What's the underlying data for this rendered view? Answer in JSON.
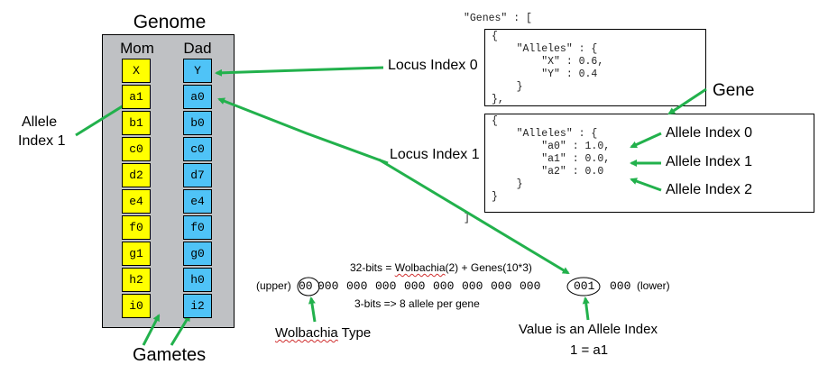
{
  "genome": {
    "title": "Genome",
    "mom_label": "Mom",
    "dad_label": "Dad",
    "mom_alleles": [
      "X",
      "a1",
      "b1",
      "c0",
      "d2",
      "e4",
      "f0",
      "g1",
      "h2",
      "i0"
    ],
    "dad_alleles": [
      "Y",
      "a0",
      "b0",
      "c0",
      "d7",
      "e4",
      "f0",
      "g0",
      "h0",
      "i2"
    ]
  },
  "labels": {
    "allele_index_1_line1": "Allele",
    "allele_index_1_line2": "Index 1",
    "locus_index_0": "Locus Index 0",
    "locus_index_1": "Locus Index 1",
    "gene": "Gene",
    "gametes": "Gametes",
    "allele_index_0_right": "Allele Index 0",
    "allele_index_1_right": "Allele Index 1",
    "allele_index_2_right": "Allele Index 2"
  },
  "json_view": {
    "genes_open": "\"Genes\" : [",
    "gene0_lines": [
      "{",
      "    \"Alleles\" : {",
      "        \"X\" : 0.6,",
      "        \"Y\" : 0.4",
      "    }",
      "},"
    ],
    "gene1_lines": [
      "{",
      "    \"Alleles\" : {",
      "        \"a0\" : 1.0,",
      "        \"a1\" : 0.0,",
      "        \"a2\" : 0.0",
      "    }",
      "}"
    ],
    "genes_close": "]"
  },
  "bits": {
    "header_prefix": "32-bits = ",
    "header_wolbachia": "Wolbachia",
    "header_suffix": "(2) + Genes(10*3)",
    "upper": "(upper)",
    "lower": "(lower)",
    "wolbachia_bits": "00",
    "groups": [
      "000",
      "000",
      "000",
      "000",
      "000",
      "000",
      "000",
      "000",
      "001",
      "000"
    ],
    "note": "3-bits => 8 allele per gene"
  },
  "bottom_labels": {
    "wolbachia_word": "Wolbachia",
    "wolbachia_type_suffix": " Type",
    "value_line1": "Value is an Allele Index",
    "value_line2": "1 = a1"
  },
  "colors": {
    "arrow": "#22b14c",
    "mom_fill": "#ffff00",
    "dad_fill": "#4fc3f7",
    "panel": "#bfc1c4"
  }
}
